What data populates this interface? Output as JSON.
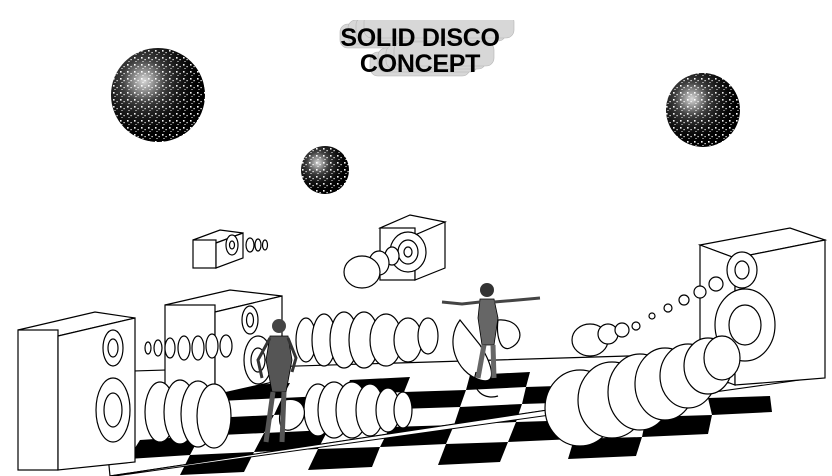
{
  "title": {
    "line1": "SOLID DISCO",
    "line2": "CONCEPT"
  },
  "scene": {
    "style": "black-and-white line illustration",
    "elements": [
      "disco-ball",
      "speaker-box",
      "checkered-dance-floor",
      "dancer",
      "sound-wave-blobs"
    ],
    "colors": {
      "ink": "#000000",
      "paper": "#ffffff",
      "shadow": "#c8c8c8"
    }
  }
}
